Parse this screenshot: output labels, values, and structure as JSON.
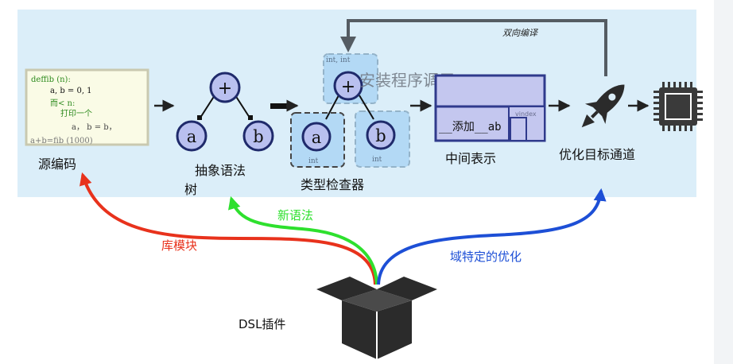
{
  "colors": {
    "band": "#dbeef9",
    "node_fill": "#b9c0ef",
    "node_stroke": "#1f2a6b",
    "type_box": "#b3d9f5",
    "ir_fill": "#c4c7ef",
    "ir_stroke": "#2f3a8c",
    "code_bg": "#fafbe6",
    "code_green": "#2e8b1e",
    "red_arrow": "#e8321c",
    "green_arrow": "#2ee02e",
    "blue_arrow": "#1d4fd6",
    "box_dark": "#2b2b2b",
    "feedback_arrow": "#555c63"
  },
  "source_code": {
    "line1": "deffib (n):",
    "line2": "a, b = 0, 1",
    "line3": "而< n:",
    "line4": "打印一个",
    "line5": "a，  b = b，",
    "line6": "a+b=fib (1000)"
  },
  "labels": {
    "source": "源编码",
    "ast_line1": "抽象语法",
    "ast_line2": "树",
    "type_checker": "类型检查器",
    "ir": "中间表示",
    "optimizer": "优化目标通道",
    "feedback": "双向编译",
    "install": "安装程序调用",
    "ir_add": "__添加__ab",
    "ir_small": "vindex"
  },
  "nodes": {
    "plus": "+",
    "a": "a",
    "b": "b",
    "type_int": "int",
    "type_int_pair": "int, int"
  },
  "plugin": {
    "label": "DSL插件",
    "lib": "库模块",
    "syntax": "新语法",
    "opt": "域特定的优化"
  },
  "icons": {
    "rocket": "rocket-icon",
    "chip": "chip-icon",
    "box": "open-box-icon"
  }
}
